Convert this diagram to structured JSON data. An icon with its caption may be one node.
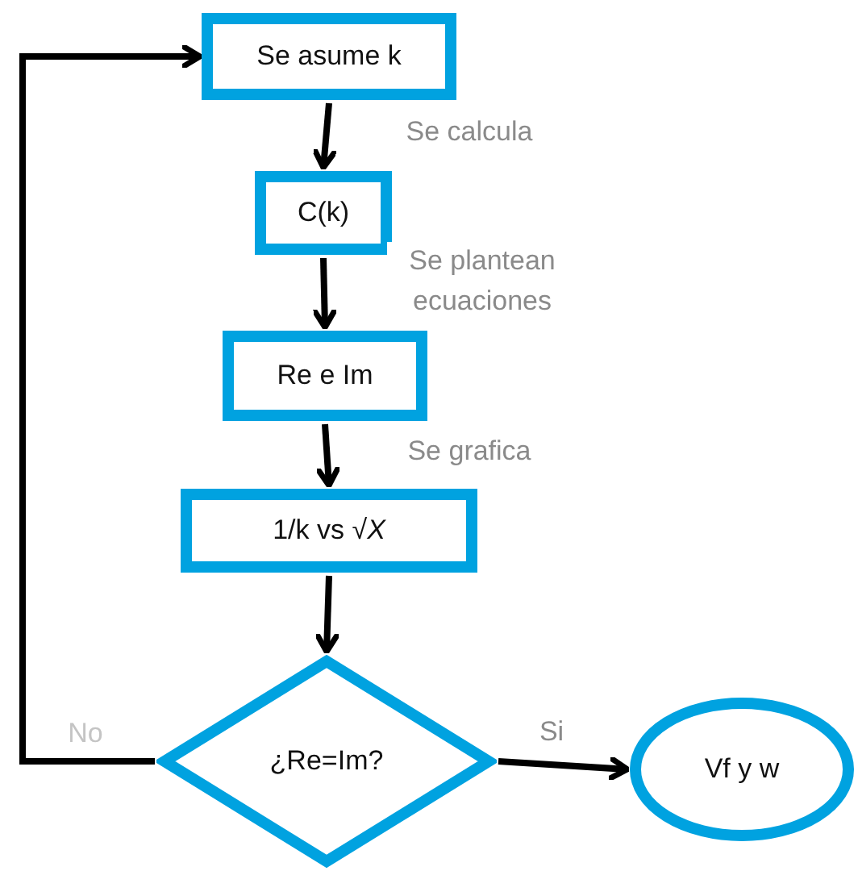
{
  "diagram": {
    "nodes": [
      {
        "text": [
          "Se asume k"
        ]
      },
      {
        "text": [
          "C(k)"
        ]
      },
      {
        "text": [
          "Re e Im"
        ]
      },
      {
        "text": [
          "1/k vs √*X*"
        ]
      },
      {
        "text": [
          "¿Re=Im?"
        ]
      },
      {
        "text": [
          "Vf y w"
        ]
      }
    ],
    "edges": [
      {
        "from": 0,
        "to": 1,
        "arrow": "to",
        "label": "Se calcula"
      },
      {
        "from": 1,
        "to": 2,
        "arrow": "to",
        "label": "Se plantean ecuaciones"
      },
      {
        "from": 2,
        "to": 3,
        "arrow": "to",
        "label": "Se grafica"
      },
      {
        "from": 3,
        "to": 4,
        "arrow": "to"
      },
      {
        "from": 4,
        "to": 5,
        "arrow": "to",
        "label": "Si"
      },
      {
        "from": 4,
        "to": 0,
        "arrow": "to",
        "label": "No"
      }
    ]
  }
}
